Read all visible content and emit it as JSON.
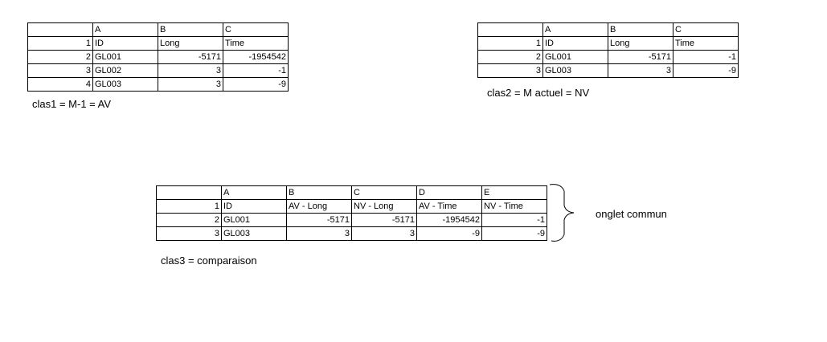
{
  "tables": [
    {
      "id": "clas1",
      "columns": [
        "A",
        "B",
        "C"
      ],
      "rows": [
        [
          "1",
          "ID",
          "Long",
          "Time"
        ],
        [
          "2",
          "GL001",
          "-5171",
          "-1954542"
        ],
        [
          "3",
          "GL002",
          "3",
          "-1"
        ],
        [
          "4",
          "GL003",
          "3",
          "-9"
        ]
      ],
      "caption": "clas1 = M-1 = AV"
    },
    {
      "id": "clas2",
      "columns": [
        "A",
        "B",
        "C"
      ],
      "rows": [
        [
          "1",
          "ID",
          "Long",
          "Time"
        ],
        [
          "2",
          "GL001",
          "-5171",
          "-1"
        ],
        [
          "3",
          "GL003",
          "3",
          "-9"
        ]
      ],
      "caption": "clas2 = M actuel = NV"
    },
    {
      "id": "clas3",
      "columns": [
        "A",
        "B",
        "C",
        "D",
        "E"
      ],
      "rows": [
        [
          "1",
          "ID",
          "AV - Long",
          "NV - Long",
          "AV - Time",
          "NV - Time"
        ],
        [
          "2",
          "GL001",
          "-5171",
          "-5171",
          "-1954542",
          "-1"
        ],
        [
          "3",
          "GL003",
          "3",
          "3",
          "-9",
          "-9"
        ]
      ],
      "caption": "clas3 = comparaison"
    }
  ],
  "brace_label": "onglet commun"
}
